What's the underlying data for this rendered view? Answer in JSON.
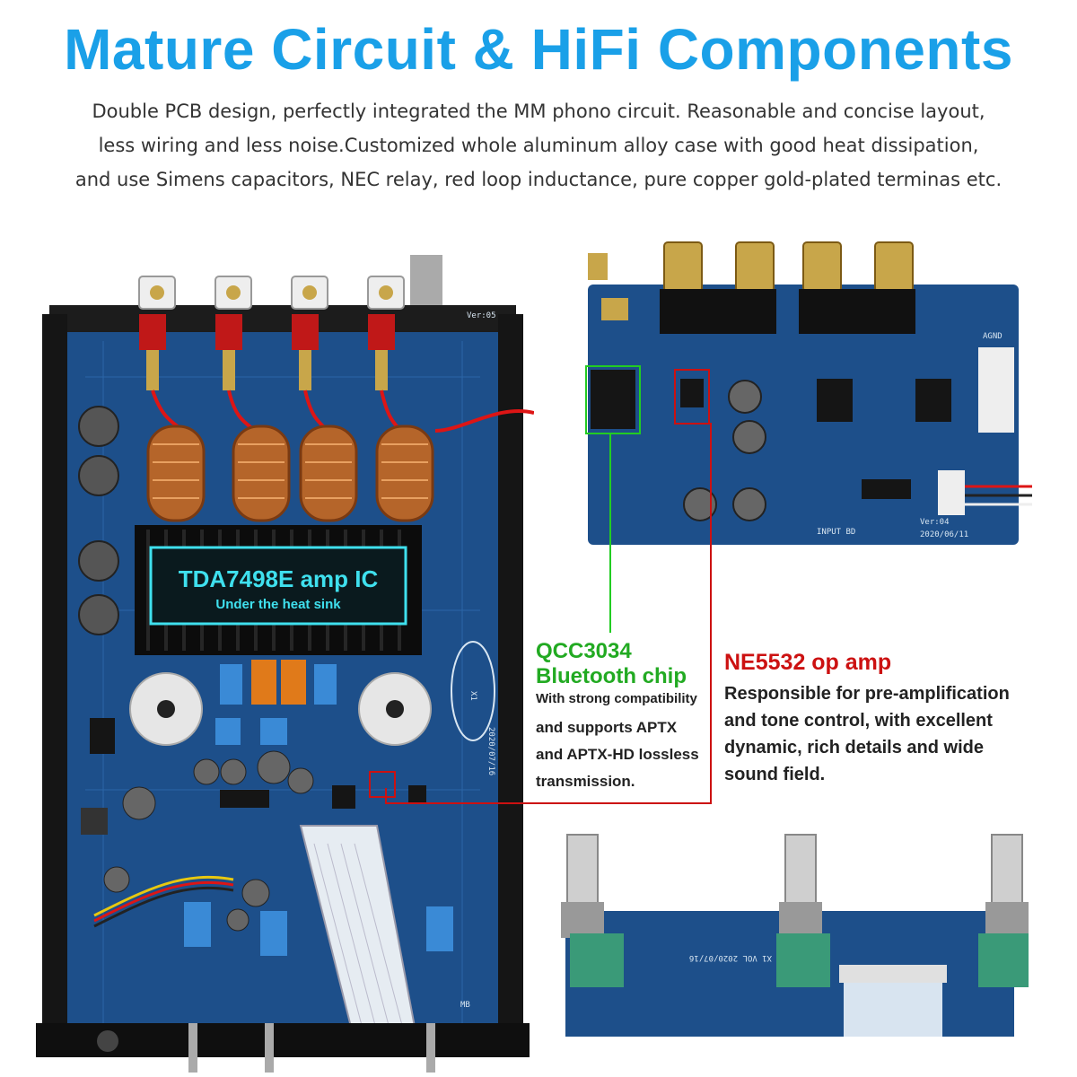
{
  "header": {
    "title": "Mature Circuit & HiFi Components",
    "desc_lines": [
      "Double PCB design, perfectly integrated the MM phono circuit. Reasonable and concise layout,",
      "less wiring and less noise.Customized whole aluminum alloy case with good heat dissipation,",
      "and use Simens capacitors, NEC relay, red loop inductance, pure copper gold-plated terminas etc."
    ]
  },
  "main_board": {
    "amp_ic_label": "TDA7498E amp IC",
    "amp_ic_sublabel": "Under the heat sink",
    "silk_version": "Ver:05",
    "silk_date": "2020/07/16",
    "silk_x1": "X1",
    "silk_mb": "MB"
  },
  "input_board": {
    "silk_name": "INPUT BD",
    "silk_version": "Ver:04",
    "silk_date": "2020/06/11",
    "silk_agnd": "AGND"
  },
  "vol_board": {
    "silk_text": "X1   VOL   2020/07/16"
  },
  "callouts": {
    "bluetooth": {
      "title_line1": "QCC3034",
      "title_line2": "Bluetooth chip",
      "body_lines": [
        "With strong compatibility",
        "and supports APTX",
        "and APTX-HD lossless",
        "transmission."
      ]
    },
    "opamp": {
      "title": "NE5532 op amp",
      "body_lines": [
        "Responsible for pre-amplification",
        "and tone control, with excellent",
        "dynamic, rich details and wide",
        "sound field."
      ]
    }
  },
  "colors": {
    "title": "#1aa0e8",
    "pcb_blue": "#1d4f8a",
    "callout_green": "#22aa22",
    "callout_red": "#cc1111"
  }
}
